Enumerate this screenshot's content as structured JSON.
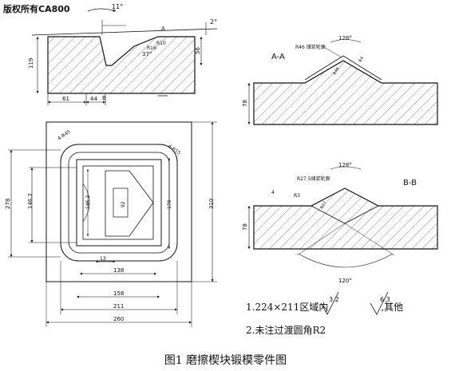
{
  "watermark": "版权所有CA800",
  "caption": "图1 磨擦楔块锻模零件图",
  "notes": {
    "line1_prefix": "1.224×211区域内",
    "line1_suffix": ",其他",
    "roughness_inner": "3.2",
    "roughness_other": "6.3",
    "line2": "2.未注过渡圆角R2"
  },
  "front_view": {
    "angle_top": "11°",
    "angle_right": "2°",
    "angle_mid": "37°",
    "dim_height": "119",
    "dim_right": "56",
    "dim_left": "61",
    "dim_mid": "44",
    "section_a": "A",
    "section_b": "B",
    "label_r10": "R10",
    "label_r16": "R16"
  },
  "section_aa": {
    "title": "A-A",
    "label_r": "R46 储浆轮廓",
    "angle": "128°",
    "side_label_1": "R46",
    "side_label_2": "R4",
    "dim_height": "78"
  },
  "section_bb": {
    "title": "B-B",
    "label_r": "R27.5储浆轮廓",
    "angle_top": "128°",
    "angle_bottom": "120°",
    "label_r3": "R3",
    "label_4": "4",
    "side_label_1": "R27",
    "dim_height": "78"
  },
  "plan_view": {
    "corner_left": "4-R45",
    "corner_right": "4-R15",
    "dim_left_outer": "278",
    "dim_left_inner": "146.2",
    "dim_inner": "146.2",
    "dim_cavity": "92",
    "dim_right_inner": "170",
    "dim_right_outer": "310",
    "dim_13": "13",
    "dim_138": "138",
    "dim_158": "158",
    "dim_211": "211",
    "dim_260": "260"
  }
}
